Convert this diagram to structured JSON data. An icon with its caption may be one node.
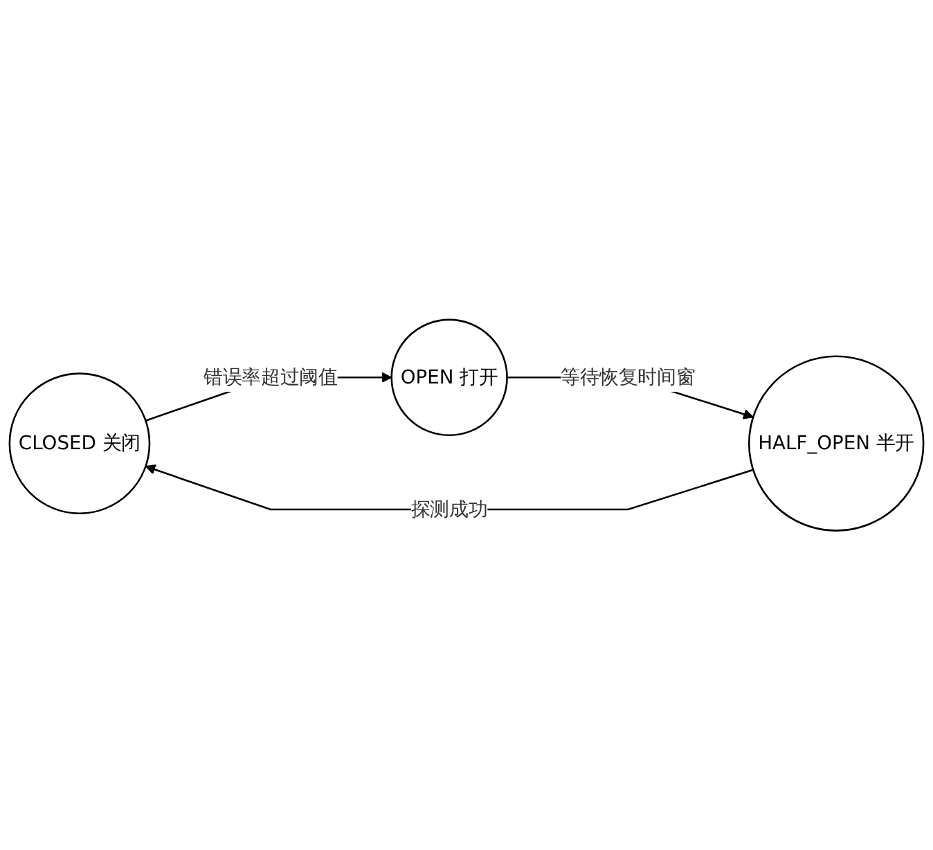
{
  "diagram": {
    "nodes": [
      {
        "text": [
          "CLOSED 关闭"
        ]
      },
      {
        "text": [
          "OPEN 打开"
        ]
      },
      {
        "text": [
          "HALF_OPEN 半开"
        ]
      }
    ],
    "edges": [
      {
        "from": 0,
        "to": 1,
        "arrow": "to",
        "label": "错误率超过阈值"
      },
      {
        "from": 1,
        "to": 2,
        "arrow": "to",
        "label": "等待恢复时间窗"
      },
      {
        "from": 2,
        "to": 0,
        "arrow": "to",
        "label": "探测成功"
      }
    ]
  }
}
